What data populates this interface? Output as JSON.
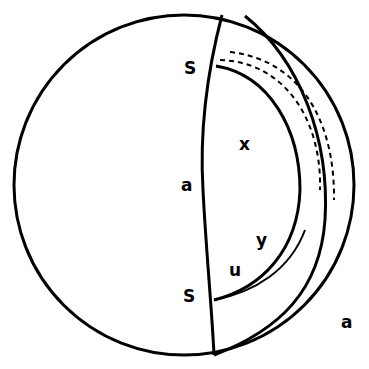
{
  "diagram": {
    "labels": [
      "S",
      "x",
      "a",
      "y",
      "u",
      "S",
      "a"
    ]
  }
}
